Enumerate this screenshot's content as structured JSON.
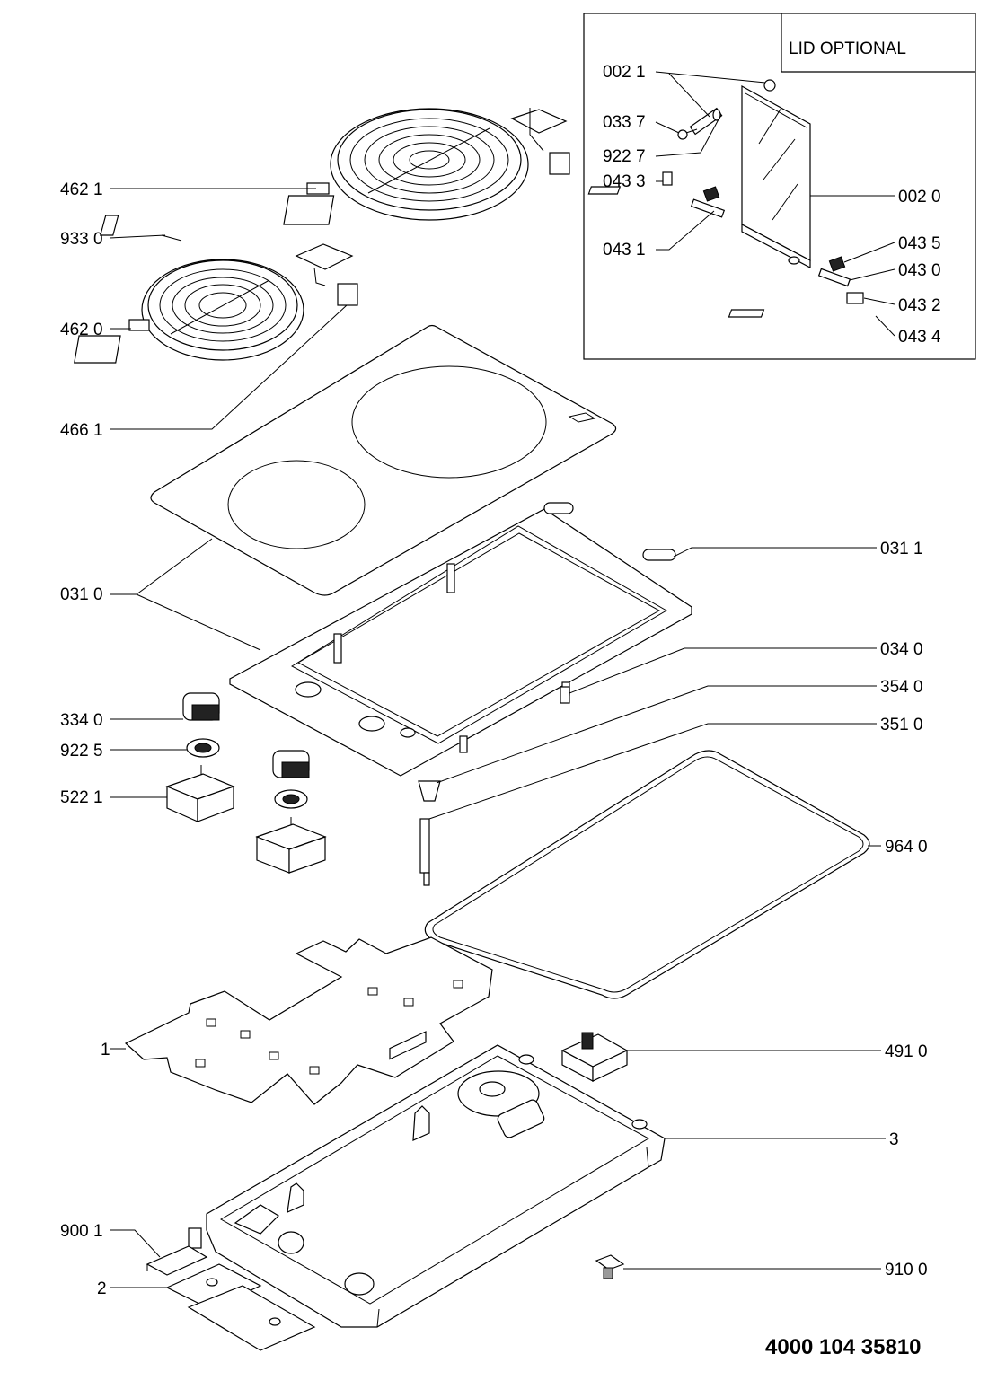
{
  "lid_box": {
    "title": "LID OPTIONAL"
  },
  "document_number": "4000 104 35810",
  "labels": {
    "p0021": "002 1",
    "p0337": "033 7",
    "p9227": "922 7",
    "p0433": "043 3",
    "p0431": "043 1",
    "p0020": "002 0",
    "p0435": "043 5",
    "p0430": "043 0",
    "p0432": "043 2",
    "p0434": "043 4",
    "p4621": "462 1",
    "p9330": "933 0",
    "p4620": "462 0",
    "p4661": "466 1",
    "p0311": "031 1",
    "p0310": "031 0",
    "p0340": "034 0",
    "p3540": "354 0",
    "p3510": "351 0",
    "p3340": "334 0",
    "p9225": "922 5",
    "p5221": "522 1",
    "p9640": "964 0",
    "p1": "1",
    "p4910": "491 0",
    "p3": "3",
    "p9001": "900 1",
    "p2": "2",
    "p9100": "910 0"
  }
}
